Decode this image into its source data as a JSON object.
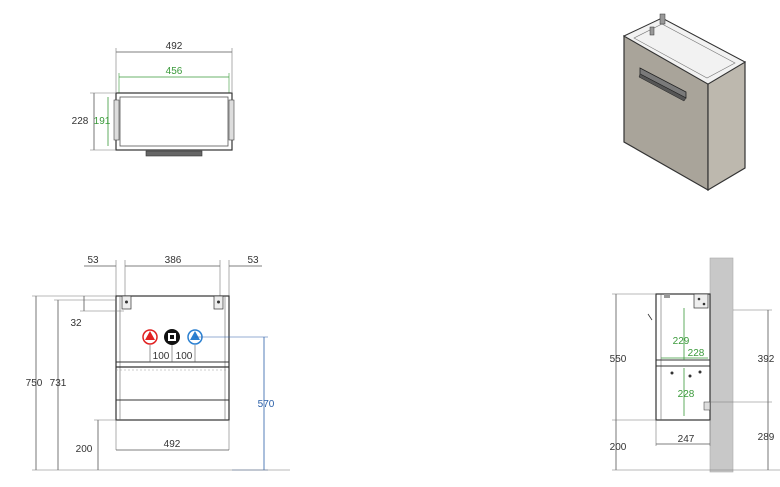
{
  "colors": {
    "dimension_text": "#333333",
    "inner_dimension": "#3a9a3a",
    "pipe_dimension": "#2a5fa8",
    "hot_water_icon": "#e02020",
    "cold_water_icon": "#2a7fd0",
    "drain_icon": "#111111",
    "wall_hatch": "#c8c8c8",
    "cabinet_3d": "#a9a49a"
  },
  "top_view": {
    "width": "492",
    "inner_width": "456",
    "depth": "228",
    "inner_depth": "191"
  },
  "front_view": {
    "left_offset": "53",
    "hole_spacing": "386",
    "right_offset": "53",
    "total_height": "750",
    "body_height": "731",
    "bracket_offset": "32",
    "pipe_spacing_left": "100",
    "pipe_spacing_right": "100",
    "pipe_height": "570",
    "floor_clearance": "200",
    "bottom_width": "492"
  },
  "side_view": {
    "body_height": "550",
    "floor_clearance": "200",
    "upper_inner": "229",
    "shelf_depth": "228",
    "lower_inner": "228",
    "depth": "247",
    "wall_upper": "392",
    "wall_lower": "289"
  }
}
